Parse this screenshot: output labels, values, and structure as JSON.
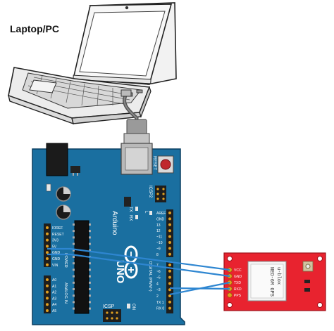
{
  "diagram": {
    "computer_label": "Laptop/PC",
    "arduino": {
      "reset_label": "RESET",
      "icsp2_label": "ICSP2",
      "tx_label": "TX",
      "rx_label": "RX",
      "l_label": "L",
      "brand_label": "Arduino",
      "model_label": "UNO",
      "icsp_label": "ICSP",
      "on_label": "ON",
      "digital_label": "DIGITAL (PWM~)",
      "power_label": "POWER",
      "analog_label": "ANALOG IN",
      "header_top_labels": [
        "AREF",
        "GND",
        "13",
        "12",
        "~11",
        "~10",
        "~9",
        "8"
      ],
      "header_bottom_labels": [
        "7",
        "~6",
        "~5",
        "4",
        "~3",
        "2",
        "TX 1",
        "RX 0"
      ],
      "power_pins": [
        "IOREF",
        "RESET",
        "3V3",
        "5V",
        "GND",
        "GND",
        "VIN"
      ],
      "analog_pins": [
        "A0",
        "A1",
        "A2",
        "A3",
        "A4",
        "A5"
      ]
    },
    "gps": {
      "brand": "u-blox",
      "model": "NEO-6M GPS",
      "pins": [
        "VCC",
        "GND",
        "TXD",
        "RXD",
        "PPS"
      ]
    },
    "colors": {
      "board": "#1a6fa0",
      "board_dark": "#0f5480",
      "gps_board": "#e8232f",
      "wire": "#2e86d1",
      "pin_gold": "#e0a020"
    }
  }
}
